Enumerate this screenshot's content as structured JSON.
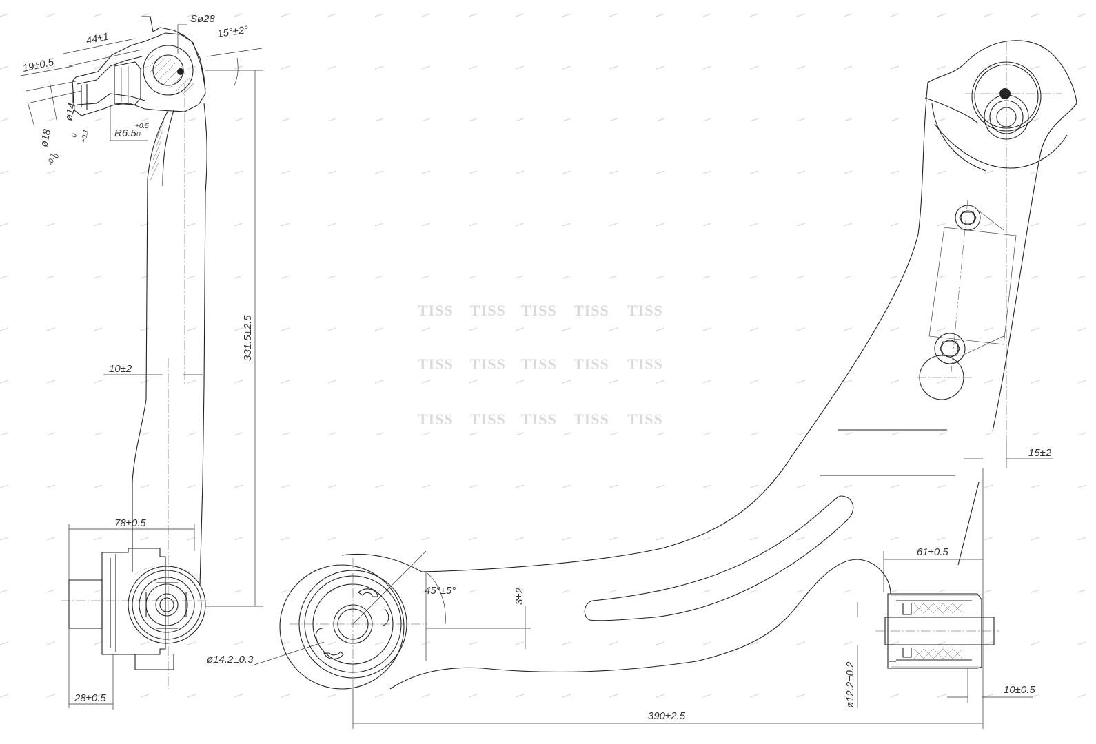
{
  "dimensions": {
    "sphere_dia": "Sø28",
    "angle_top": "15°±2°",
    "len_44": "44±1",
    "len_19": "19±0.5",
    "radius": "R6.5",
    "radius_tol": "+0.5",
    "radius_tol2": "0",
    "dia_14": "ø14",
    "dia_14_tol": "+0.1",
    "dia_14_tol2": "0",
    "dia_18": "ø18",
    "dia_18_tol": "0",
    "dia_18_tol2": "-0.1",
    "height_331": "331.5±2.5",
    "off_10": "10±2",
    "width_78": "78±0.5",
    "width_28": "28±0.5",
    "angle_45": "45°±5°",
    "off_3": "3±2",
    "dia_14_2": "ø14.2±0.3",
    "len_390": "390±2.5",
    "len_61": "61±0.5",
    "len_15": "15±2",
    "len_10_5": "10±0.5",
    "dia_12_2": "ø12.2±0.2"
  },
  "watermark": {
    "text": "TISS"
  }
}
